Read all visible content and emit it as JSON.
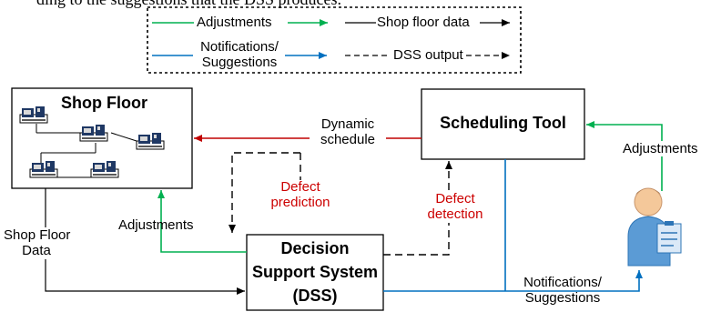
{
  "header_caption": "ding to the suggestions that the DSS produces.",
  "legend": {
    "adjustments": "Adjustments",
    "notifications_line1": "Notifications/",
    "notifications_line2": "Suggestions",
    "shop_floor_data": "Shop floor data",
    "dss_output": "DSS output"
  },
  "boxes": {
    "shop_floor": "Shop Floor",
    "scheduling_tool": "Scheduling Tool",
    "dss_line1": "Decision",
    "dss_line2": "Support System",
    "dss_line3": "(DSS)"
  },
  "edges": {
    "dynamic_schedule_line1": "Dynamic",
    "dynamic_schedule_line2": "schedule",
    "defect_prediction_line1": "Defect",
    "defect_prediction_line2": "prediction",
    "defect_detection_line1": "Defect",
    "defect_detection_line2": "detection",
    "adjustments_left": "Adjustments",
    "adjustments_right": "Adjustments",
    "shop_floor_data_line1": "Shop Floor",
    "shop_floor_data_line2": "Data",
    "notifications_line1": "Notifications/",
    "notifications_line2": "Suggestions"
  },
  "colors": {
    "adjustments": "#00b050",
    "notifications": "#0070c0",
    "dynamic_schedule": "#c00000",
    "defect_text": "#ff0000",
    "black": "#000000"
  },
  "icons": {
    "machine": "cnc-machine-icon",
    "user": "user-with-clipboard-icon"
  }
}
